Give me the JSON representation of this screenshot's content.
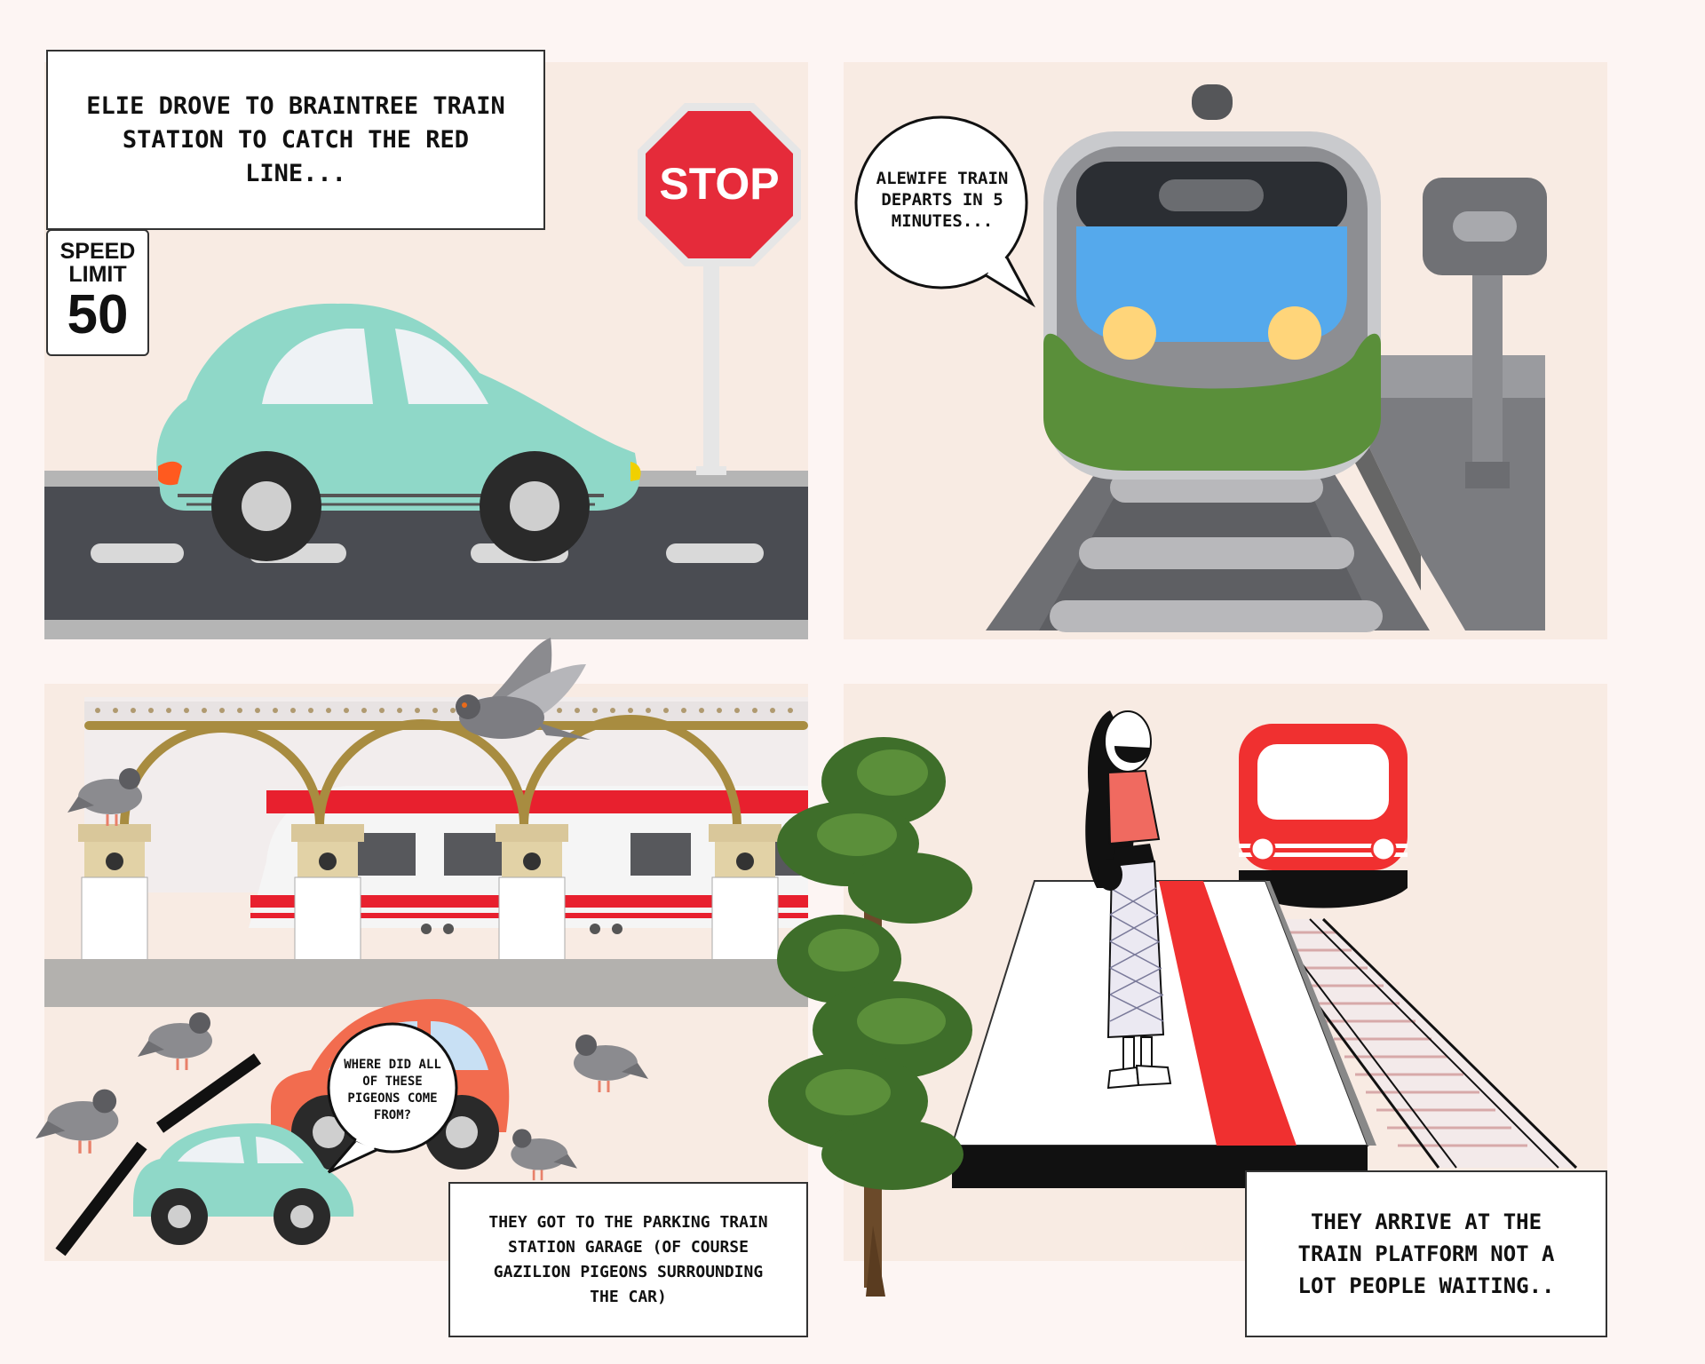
{
  "panels": {
    "top_left": {
      "caption": "ELIE DROVE  TO BRAINTREE TRAIN STATION TO CATCH THE RED LINE...",
      "speed_sign": {
        "line1": "SPEED",
        "line2": "LIMIT",
        "number": "50"
      },
      "stop_sign": "STOP"
    },
    "top_right": {
      "bubble": "ALEWIFE TRAIN DEPARTS IN 5 MINUTES..."
    },
    "bottom_left": {
      "bubble": "WHERE DID ALL OF THESE PIGEONS COME FROM?",
      "caption": "THEY GOT TO THE PARKING TRAIN STATION GARAGE (OF COURSE GAZILION PIGEONS SURROUNDING THE CAR)"
    },
    "bottom_right": {
      "caption": "THEY ARRIVE AT THE TRAIN PLATFORM NOT A LOT PEOPLE WAITING.."
    }
  },
  "colors": {
    "panel_bg": "#f8ebe3",
    "page_bg": "#fdf5f3",
    "road": "#4a4c52",
    "car_teal": "#8fd8c8",
    "stop_red": "#e52b3a",
    "train_green": "#5a8f3a",
    "train_window": "#55a9ec",
    "red_line": "#e8202e"
  }
}
